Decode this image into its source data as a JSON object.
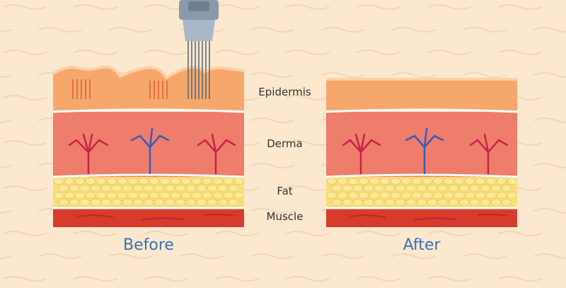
{
  "labels": {
    "epidermis": "Epidermis",
    "derma": "Derma",
    "fat": "Fat",
    "muscle": "Muscle"
  },
  "captions": {
    "before": "Before",
    "after": "After"
  },
  "colors": {
    "background": "#fbe8cf",
    "background_wave": "#f0d6b6",
    "epidermis": "#f6a86c",
    "epidermis_top": "#fbd0a4",
    "derma": "#ee7d6b",
    "fat": "#f6df78",
    "fat_cell": "#fbe998",
    "muscle": "#d83b2e",
    "artery": "#c7234a",
    "vein": "#3a5bb8",
    "needles": "#5a6b7c",
    "device": "#8a9aab",
    "caption": "#3f6fb4"
  }
}
